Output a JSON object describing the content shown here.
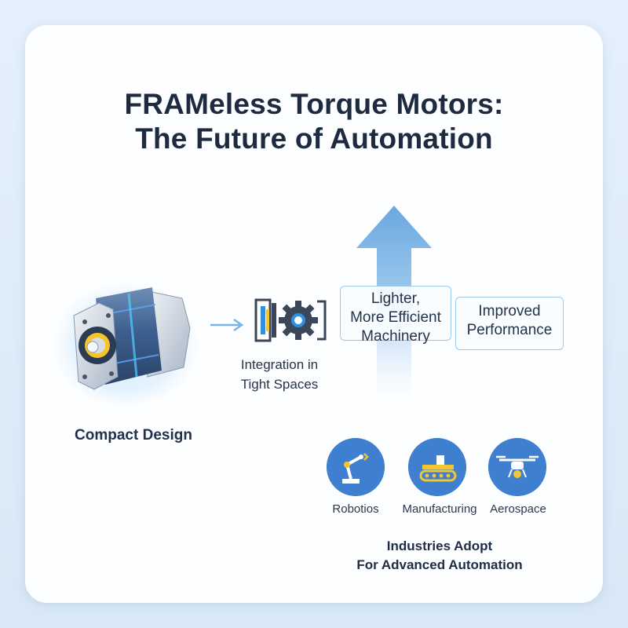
{
  "title": {
    "line1": "FRAMeless Torque Motors:",
    "line2": "The Future of Automation"
  },
  "compact_design": {
    "label": "Compact Design"
  },
  "integration": {
    "line1": "Integration in",
    "line2": "Tight Spaces"
  },
  "lighter_box": {
    "line1": "Lighter,",
    "line2": "More Efficient",
    "line3": "Machinery"
  },
  "improved_box": {
    "line1": "Improved",
    "line2": "Performance"
  },
  "industries": {
    "items": [
      {
        "label": "Robotios",
        "icon": "robot-arm-icon"
      },
      {
        "label": "Manufacturing",
        "icon": "conveyor-icon"
      },
      {
        "label": "Aerospace",
        "icon": "drone-icon"
      }
    ],
    "caption_line1": "Industries Adopt",
    "caption_line2": "For Advanced Automation"
  },
  "colors": {
    "title": "#1d2a3f",
    "accent_blue": "#3f7fd0",
    "arrow_blue": "#6aa8df",
    "box_border": "#9fc9ea"
  }
}
